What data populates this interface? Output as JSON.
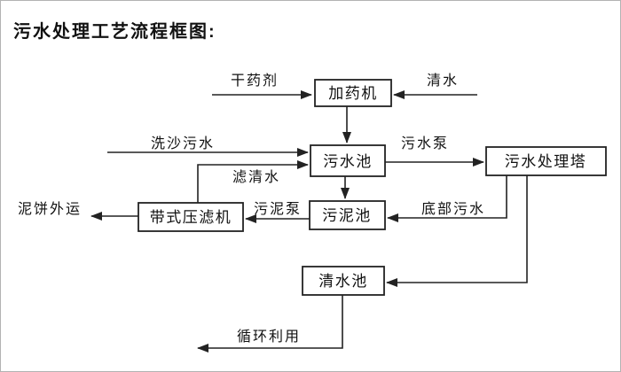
{
  "title": "污水处理工艺流程框图:",
  "colors": {
    "line": "#222222",
    "text": "#111111",
    "box_fill": "#ffffff",
    "page_border": "#b3b3b3"
  },
  "diagram": {
    "nodes": [
      {
        "id": "dosing-machine",
        "label": "加药机"
      },
      {
        "id": "sewage-pool",
        "label": "污水池"
      },
      {
        "id": "sewage-treatment-tower",
        "label": "污水处理塔"
      },
      {
        "id": "sludge-pool",
        "label": "污泥池"
      },
      {
        "id": "belt-filter-press",
        "label": "带式压滤机"
      },
      {
        "id": "clear-water-pool",
        "label": "清水池"
      }
    ],
    "edges": [
      {
        "from": "dry-chemical-source",
        "to": "dosing-machine",
        "label": "干药剂"
      },
      {
        "from": "clear-water-source",
        "to": "dosing-machine",
        "label": "清水"
      },
      {
        "from": "dosing-machine",
        "to": "sewage-pool",
        "label": ""
      },
      {
        "from": "sand-washing-sewage-source",
        "to": "sewage-pool",
        "label": "洗沙污水"
      },
      {
        "from": "belt-filter-press",
        "to": "sewage-pool",
        "label": "滤清水"
      },
      {
        "from": "sewage-pool",
        "to": "sewage-treatment-tower",
        "label": "污水泵"
      },
      {
        "from": "sewage-pool",
        "to": "sludge-pool",
        "label": ""
      },
      {
        "from": "sludge-pool",
        "to": "belt-filter-press",
        "label": "污泥泵"
      },
      {
        "from": "sewage-treatment-tower",
        "to": "sludge-pool",
        "label": "底部污水"
      },
      {
        "from": "belt-filter-press",
        "to": "mud-cake-outbound",
        "label": "泥饼外运"
      },
      {
        "from": "sewage-treatment-tower",
        "to": "clear-water-pool",
        "label": ""
      },
      {
        "from": "clear-water-pool",
        "to": "recycling-use",
        "label": "循环利用"
      }
    ]
  }
}
